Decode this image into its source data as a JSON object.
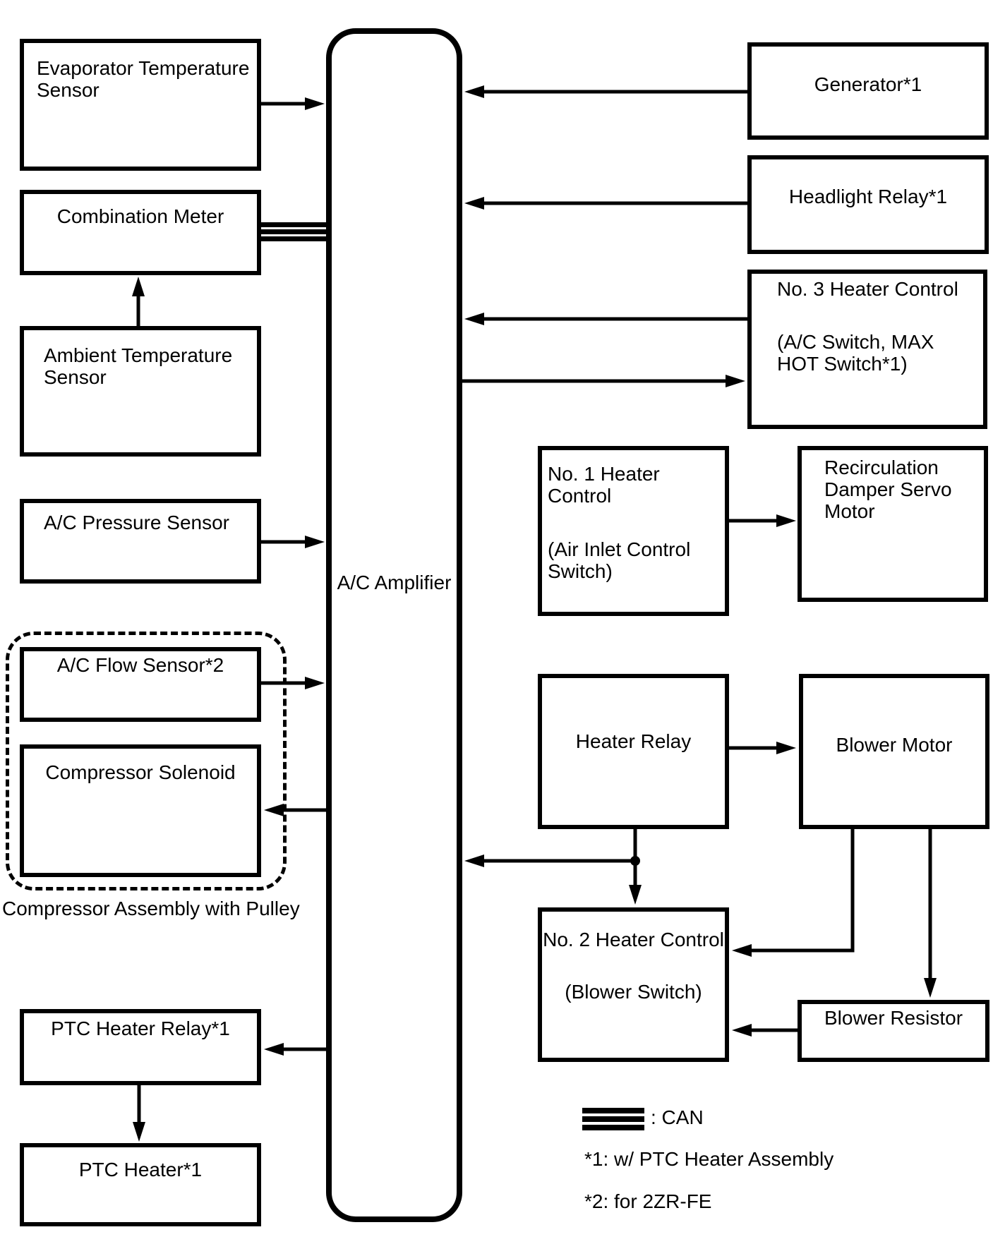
{
  "boxes": {
    "evaporator_temperature_sensor": {
      "label": "Evaporator Temperature\nSensor"
    },
    "combination_meter": {
      "label": "Combination Meter"
    },
    "ambient_temperature_sensor": {
      "label": "Ambient Temperature\nSensor"
    },
    "ac_pressure_sensor": {
      "label": "A/C Pressure Sensor"
    },
    "ac_flow_sensor": {
      "label": "A/C Flow Sensor*2"
    },
    "compressor_solenoid": {
      "label": "Compressor Solenoid"
    },
    "ptc_heater_relay": {
      "label": "PTC Heater Relay*1"
    },
    "ptc_heater": {
      "label": "PTC Heater*1"
    },
    "ac_amplifier": {
      "label": "A/C Amplifier"
    },
    "generator": {
      "label": "Generator*1"
    },
    "headlight_relay": {
      "label": "Headlight Relay*1"
    },
    "no3_heater_control": {
      "title": "No. 3 Heater Control",
      "sub": "(A/C Switch, MAX\nHOT Switch*1)"
    },
    "no1_heater_control": {
      "title": "No. 1 Heater Control",
      "sub": "(Air Inlet Control\nSwitch)"
    },
    "recirculation_damper_servo_motor": {
      "label": "Recirculation\nDamper Servo\nMotor"
    },
    "heater_relay": {
      "label": "Heater Relay"
    },
    "blower_motor": {
      "label": "Blower Motor"
    },
    "no2_heater_control": {
      "title": "No. 2 Heater Control",
      "sub": "(Blower Switch)"
    },
    "blower_resistor": {
      "label": "Blower Resistor"
    }
  },
  "captions": {
    "compressor_assembly": "Compressor Assembly with Pulley"
  },
  "legend": {
    "can_label": ": CAN",
    "note_1": "*1: w/ PTC Heater Assembly",
    "note_2": "*2: for 2ZR-FE"
  },
  "colors": {
    "ink": "#000000",
    "background": "#ffffff"
  }
}
